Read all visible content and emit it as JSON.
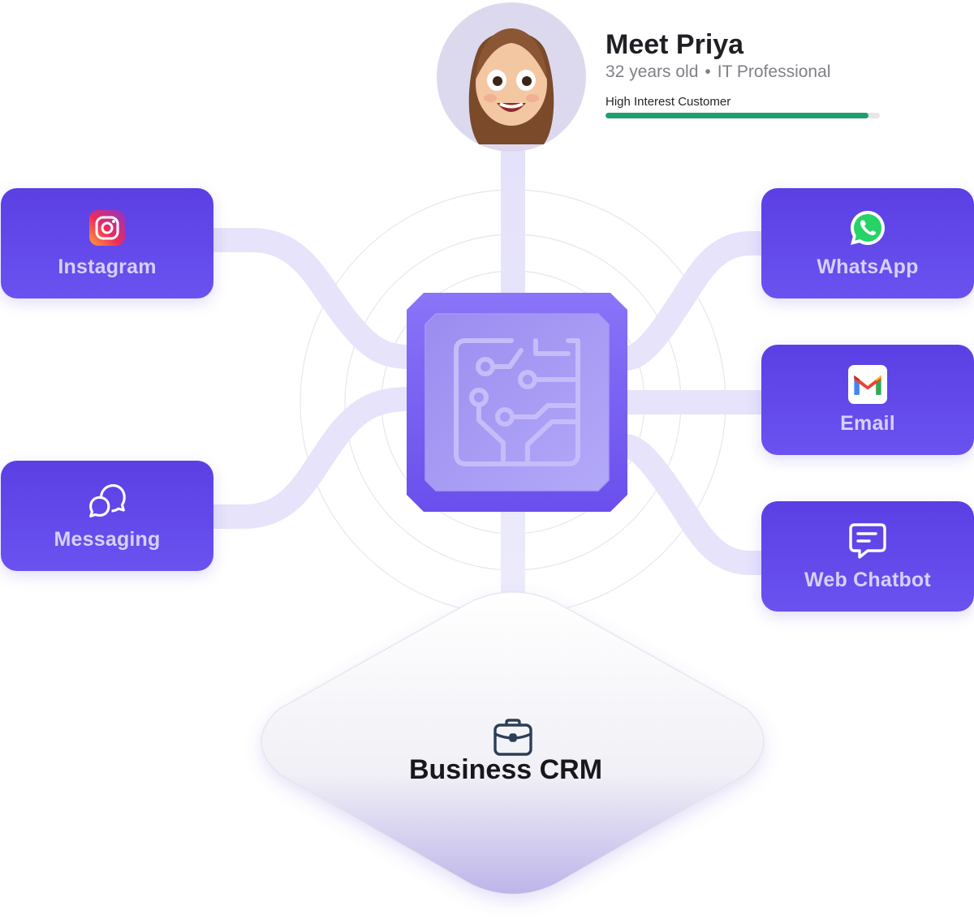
{
  "persona": {
    "name": "Meet Priya",
    "age": "32 years old",
    "separator": "•",
    "profession": "IT Professional",
    "tag": "High Interest Customer",
    "interest_level": 0.96,
    "interest_color": "#1f9f6e"
  },
  "hub": {
    "icon": "circuit-chip-icon",
    "color": "#7b63f5"
  },
  "channels": {
    "instagram": {
      "label": "Instagram",
      "icon": "instagram-icon"
    },
    "messaging": {
      "label": "Messaging",
      "icon": "chat-bubbles-icon"
    },
    "whatsapp": {
      "label": "WhatsApp",
      "icon": "whatsapp-icon"
    },
    "email": {
      "label": "Email",
      "icon": "gmail-icon"
    },
    "webchatbot": {
      "label": "Web Chatbot",
      "icon": "chat-message-icon"
    }
  },
  "crm": {
    "label": "Business CRM",
    "icon": "briefcase-icon"
  },
  "colors": {
    "card": "#5b3fe4",
    "card_text": "#d6d0fb",
    "connector": "#e6e3fb"
  }
}
